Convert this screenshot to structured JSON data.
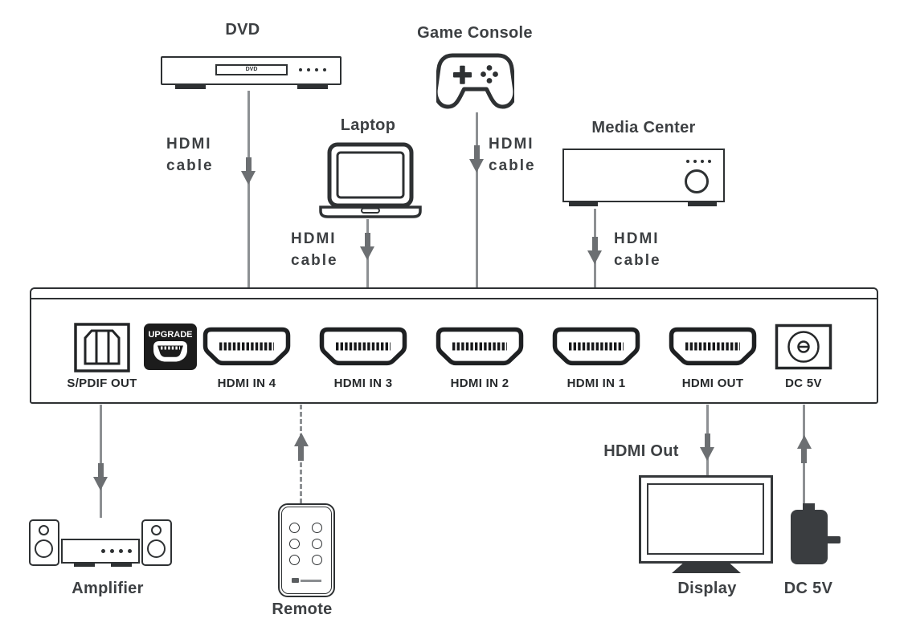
{
  "devices": {
    "dvd": {
      "label": "DVD",
      "tray_text": "DVD"
    },
    "game_console": {
      "label": "Game Console"
    },
    "laptop": {
      "label": "Laptop"
    },
    "media_center": {
      "label": "Media Center"
    },
    "amplifier": {
      "label": "Amplifier"
    },
    "remote": {
      "label": "Remote"
    },
    "display": {
      "label": "Display"
    },
    "power_adapter": {
      "label": "DC 5V"
    }
  },
  "cables": {
    "hdmi_word": "HDMI",
    "cable_word": "cable",
    "hdmi_out_label": "HDMI Out"
  },
  "switch": {
    "ports": [
      {
        "id": "spdif-out",
        "label": "S/PDIF OUT"
      },
      {
        "id": "upgrade",
        "label": "UPGRADE"
      },
      {
        "id": "hdmi-in-4",
        "label": "HDMI IN 4"
      },
      {
        "id": "hdmi-in-3",
        "label": "HDMI IN 3"
      },
      {
        "id": "hdmi-in-2",
        "label": "HDMI IN 2"
      },
      {
        "id": "hdmi-in-1",
        "label": "HDMI IN 1"
      },
      {
        "id": "hdmi-out",
        "label": "HDMI OUT"
      },
      {
        "id": "dc-5v",
        "label": "DC 5V"
      }
    ]
  },
  "colors": {
    "outline": "#2e3133",
    "text": "#3d4043",
    "arrow_line": "#8d9093",
    "arrow_head": "#6c6f72",
    "port_black": "#1c1c1c"
  }
}
